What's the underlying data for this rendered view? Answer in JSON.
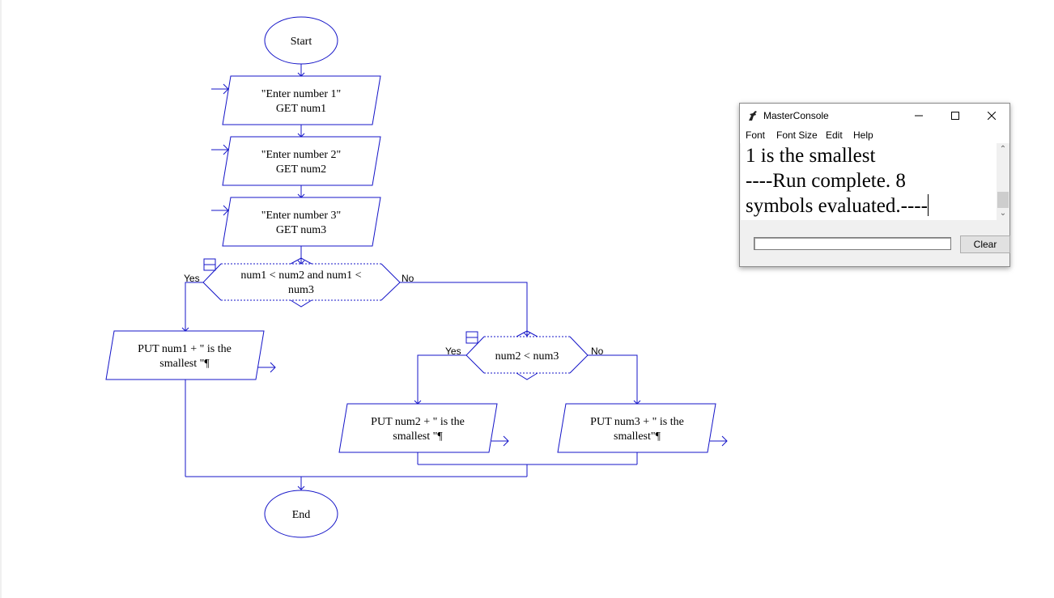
{
  "flowchart": {
    "start_label": "Start",
    "end_label": "End",
    "input1": {
      "line1": "\"Enter number 1\"",
      "line2": "GET num1"
    },
    "input2": {
      "line1": "\"Enter number 2\"",
      "line2": "GET num2"
    },
    "input3": {
      "line1": "\"Enter number 3\"",
      "line2": "GET num3"
    },
    "decision1": {
      "line1": "num1 < num2 and num1 <",
      "line2": "num3",
      "yes": "Yes",
      "no": "No"
    },
    "decision2": {
      "line1": "num2 < num3",
      "yes": "Yes",
      "no": "No"
    },
    "output1": {
      "line1": "PUT num1  +  \" is the",
      "line2": "smallest \"¶"
    },
    "output2": {
      "line1": "PUT num2  +  \" is the",
      "line2": "smallest \"¶"
    },
    "output3": {
      "line1": "PUT num3  +  \" is the",
      "line2": "smallest\"¶"
    }
  },
  "console": {
    "title": "MasterConsole",
    "menu": [
      "Font",
      "Font Size",
      "Edit",
      "Help"
    ],
    "output_lines": [
      "1 is the smallest",
      "----Run complete.  8",
      "symbols evaluated.----"
    ],
    "input_value": "",
    "clear_label": "Clear"
  },
  "colors": {
    "flow_line": "#1414c8",
    "window_bg": "#f0f0f0"
  },
  "icons": {
    "app": "raptor-icon",
    "minimize": "minimize-icon",
    "maximize": "maximize-icon",
    "close": "close-icon"
  }
}
